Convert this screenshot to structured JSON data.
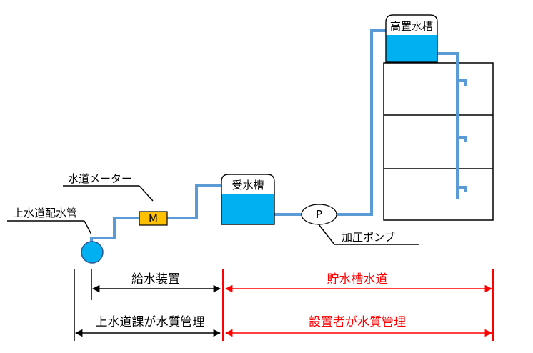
{
  "labels": {
    "water_main": "上水道配水管",
    "meter_label": "水道メーター",
    "meter_symbol": "M",
    "receiving_tank": "受水槽",
    "elevated_tank": "高置水槽",
    "pump_symbol": "P",
    "booster_pump": "加圧ポンプ"
  },
  "ranges": {
    "supply_device": "給水装置",
    "storage_tank_waterworks": "貯水槽水道",
    "managed_by_waterworks": "上水道課が水質管理",
    "managed_by_installer": "設置者が水質管理"
  },
  "colors": {
    "pipe": "#5b9bd5",
    "water": "#00b0f0",
    "meter_fill": "#ffc000",
    "boundary_red": "#ff0000"
  }
}
